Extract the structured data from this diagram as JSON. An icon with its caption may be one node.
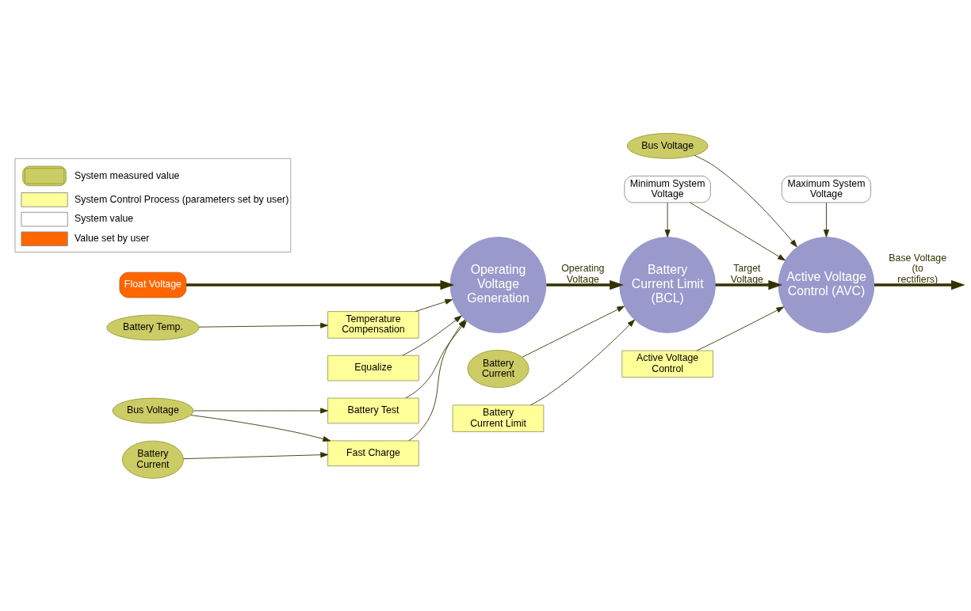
{
  "diagram": {
    "nodes": [
      {
        "text": [
          "Float Voltage"
        ]
      },
      {
        "text": [
          "Operating Voltage Generation"
        ]
      },
      {
        "text": [
          "Battery Current Limit (BCL)"
        ]
      },
      {
        "text": [
          "Active Voltage Control (AVC)"
        ]
      },
      {
        "text": [
          "Battery Current"
        ]
      },
      {
        "text": [
          "Bus Voltage"
        ]
      },
      {
        "text": [
          "Battery Temp."
        ]
      },
      {
        "text": [
          "Temperature Compensation"
        ]
      },
      {
        "text": [
          "Equalize"
        ]
      },
      {
        "text": [
          "Battery Current"
        ]
      },
      {
        "text": [
          "Fast Charge"
        ]
      },
      {
        "text": [
          "Bus Voltage"
        ]
      },
      {
        "text": [
          "Battery Test"
        ]
      },
      {
        "text": [
          "Battery Current Limit"
        ]
      },
      {
        "text": [
          "Minimum System Voltage"
        ]
      },
      {
        "text": [
          "Maximum System Voltage"
        ]
      },
      {
        "text": [
          "Active Voltage Control"
        ]
      }
    ],
    "edges": [
      {
        "from": 0,
        "to": 1,
        "arrow": "to",
        "style": "thick"
      },
      {
        "from": 1,
        "to": 2,
        "arrow": "to",
        "style": "thick",
        "label": "Operating Voltage"
      },
      {
        "from": 2,
        "to": 3,
        "arrow": "to",
        "style": "thick",
        "label": "Target Voltage"
      },
      {
        "from": 3,
        "to": null,
        "arrow": "to",
        "style": "thick",
        "label": "Base Voltage (to rectifiers)"
      },
      {
        "from": 4,
        "to": 2,
        "arrow": "to"
      },
      {
        "from": 5,
        "to": 3,
        "arrow": "to"
      },
      {
        "from": 6,
        "to": 7,
        "arrow": "to"
      },
      {
        "from": 7,
        "to": 1,
        "arrow": "to"
      },
      {
        "from": 8,
        "to": 1,
        "arrow": "to"
      },
      {
        "from": 10,
        "to": 1,
        "arrow": "to"
      },
      {
        "from": 12,
        "to": 1,
        "arrow": "to"
      },
      {
        "from": 9,
        "to": 10,
        "arrow": "to"
      },
      {
        "from": 11,
        "to": 10,
        "arrow": "to"
      },
      {
        "from": 11,
        "to": 12,
        "arrow": "to"
      },
      {
        "from": 13,
        "to": 2,
        "arrow": "to"
      },
      {
        "from": 14,
        "to": 2,
        "arrow": "to"
      },
      {
        "from": 14,
        "to": 3,
        "arrow": "to"
      },
      {
        "from": 15,
        "to": 3,
        "arrow": "to"
      },
      {
        "from": 16,
        "to": 3,
        "arrow": "to"
      }
    ],
    "legend": [
      {
        "text": "System measured value"
      },
      {
        "text": "System Control Process (parameters set by user)",
        "color": "#ffff99"
      },
      {
        "text": "System value",
        "color": "#ffffff"
      },
      {
        "text": "Value set by user",
        "color": "#ff6600"
      }
    ]
  }
}
